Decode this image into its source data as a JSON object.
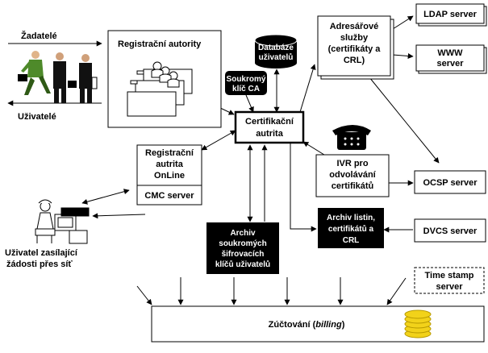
{
  "actors": {
    "requesters_label": "Žadatelé",
    "users_label": "Uživatelé",
    "network_user_label_line1": "Uživatel zasílající",
    "network_user_label_line2": "žádosti přes síť"
  },
  "nodes": {
    "registration_authorities": "Registrační autority",
    "user_database_line1": "Databáze",
    "user_database_line2": "uživatelů",
    "private_key_line1": "Soukromý",
    "private_key_line2": "klíč CA",
    "certification_authority_line1": "Certifikační",
    "certification_authority_line2": "autrita",
    "directory_line1": "Adresářové",
    "directory_line2": "služby",
    "directory_line3": "(certifikáty a",
    "directory_line4": "CRL)",
    "ldap_server": "LDAP server",
    "www_server_line1": "WWW",
    "www_server_line2": "server",
    "online_ra_line1": "Registrační",
    "online_ra_line2": "autrita",
    "online_ra_line3": "OnLine",
    "cmc_server": "CMC server",
    "ivr_line1": "IVR pro",
    "ivr_line2": "odvolávání",
    "ivr_line3": "certifikátů",
    "ocsp_server": "OCSP server",
    "archive_docs_line1": "Archiv listin,",
    "archive_docs_line2": "certifikátů a",
    "archive_docs_line3": "CRL",
    "dvcs_server": "DVCS server",
    "key_archive_line1": "Archiv",
    "key_archive_line2": "soukromých",
    "key_archive_line3": "šifrovacích",
    "key_archive_line4": "klíčů uživatelů",
    "timestamp_line1": "Time stamp",
    "timestamp_line2": "server",
    "billing_prefix": "Zúčtování (",
    "billing_italic": "billing",
    "billing_suffix": ")"
  },
  "colors": {
    "black_box": "#000000",
    "white_box": "#ffffff",
    "coins": "#f2d21a",
    "coins_edge": "#b89a00",
    "suit_green": "#4e8a2a"
  }
}
